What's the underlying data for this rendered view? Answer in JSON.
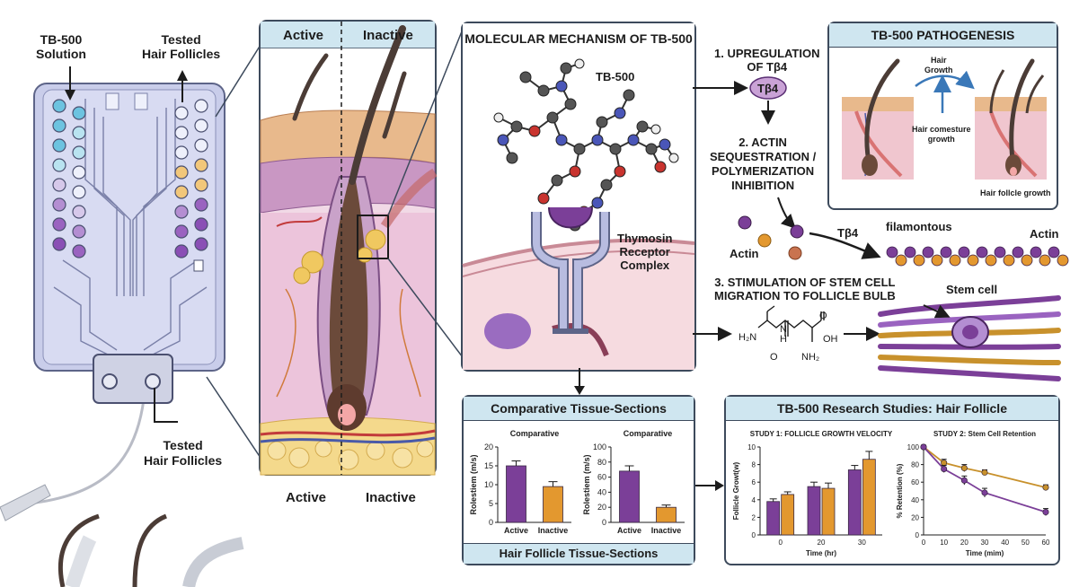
{
  "chip": {
    "label_solution": "TB-500\nSolution",
    "label_tested_top": "Tested\nHair Follicles",
    "label_tested_bottom": "Tested\nHair Follicles"
  },
  "skin": {
    "tab_active": "Active",
    "tab_inactive": "Inactive",
    "bottom_active": "Active",
    "bottom_inactive": "Inactive"
  },
  "mechanism": {
    "title": "MOLECULAR MECHANISM OF TB-500",
    "molecule_label": "TB-500",
    "receptor_label": "Thymosin\nReceptor\nComplex"
  },
  "steps": {
    "step1": "1. UPREGULATION\nOF Tβ4",
    "tb4_badge": "Tβ4",
    "step2": "2. ACTIN\nSEQUESTRATION /\nPOLYMERIZATION\nINHIBITION",
    "actin_left": "Actin",
    "tb4_arrow": "Tβ4",
    "filamentous": "filamontous",
    "actin_right": "Actin",
    "step3": "3. STIMULATION OF STEM CELL\nMIGRATION TO FOLLICLE BULB",
    "stem_cell": "Stem cell",
    "formula_nh2_left": "H₂N",
    "formula_nh": "N\nH",
    "formula_oh": "OH",
    "formula_nh2_bottom": "NH₂",
    "formula_o1": "O",
    "formula_o2": "O"
  },
  "pathogenesis": {
    "title": "TB-500 PATHOGENESIS",
    "hair_growth": "Hair\nGrowth",
    "hair_comesture": "Hair comesture\ngrowth",
    "follicle_growth": "Hair follcle growth"
  },
  "tissue": {
    "title": "Comparative Tissue-Sections",
    "footer": "Hair Follicle Tissue-Sections"
  },
  "research": {
    "title": "TB-500 Research Studies: Hair Follicle"
  },
  "colors": {
    "purple": "#7b3f98",
    "orange": "#e3982f",
    "panel_head": "#cfe6f0",
    "outline": "#3d4a5c"
  },
  "chart_data": [
    {
      "type": "bar",
      "title": "Comparative",
      "ylabel": "Rolestiem (m/s)",
      "categories": [
        "Active",
        "Inactive"
      ],
      "values": [
        15,
        9.5
      ],
      "errors": [
        1.3,
        1.3
      ],
      "ylim": [
        0,
        20
      ],
      "yticks": [
        0,
        5,
        10,
        15,
        20
      ],
      "colors": [
        "#7b3f98",
        "#e3982f"
      ]
    },
    {
      "type": "bar",
      "title": "Comparative",
      "ylabel": "Rolestiem (m/s)",
      "categories": [
        "Active",
        "Inactive"
      ],
      "values": [
        68,
        20
      ],
      "errors": [
        7,
        3
      ],
      "ylim": [
        0,
        100
      ],
      "yticks": [
        0,
        20,
        40,
        60,
        80,
        100
      ],
      "colors": [
        "#7b3f98",
        "#e3982f"
      ]
    },
    {
      "type": "bar",
      "title": "STUDY 1: FOLLICLE GROWTH VELOCITY",
      "ylabel": "Follicle Growt(w)",
      "xlabel": "Time (hr)",
      "categories": [
        "0",
        "20",
        "30"
      ],
      "series": [
        {
          "values": [
            3.8,
            5.5,
            7.4
          ],
          "errors": [
            0.3,
            0.5,
            0.5
          ],
          "color": "#7b3f98"
        },
        {
          "values": [
            4.6,
            5.3,
            8.6
          ],
          "errors": [
            0.3,
            0.6,
            0.9
          ],
          "color": "#e3982f"
        }
      ],
      "ylim": [
        0,
        10
      ],
      "yticks": [
        0,
        2,
        4,
        6,
        8,
        10
      ]
    },
    {
      "type": "line",
      "title": "STUDY 2: Stem Cell Retention",
      "ylabel": "% Retention (%)",
      "xlabel": "Time (mim)",
      "x": [
        0,
        10,
        20,
        30,
        60
      ],
      "series": [
        {
          "values": [
            100,
            82,
            76,
            71,
            54
          ],
          "errors": [
            2,
            4,
            4,
            3,
            3
          ],
          "color": "#c8912c"
        },
        {
          "values": [
            100,
            75,
            62,
            48,
            26
          ],
          "errors": [
            2,
            4,
            5,
            5,
            4
          ],
          "color": "#7b3f98"
        }
      ],
      "xlim": [
        0,
        60
      ],
      "ylim": [
        0,
        100
      ],
      "xticks": [
        0,
        10,
        20,
        30,
        40,
        50,
        60
      ],
      "yticks": [
        0,
        20,
        40,
        60,
        80,
        100
      ]
    }
  ]
}
